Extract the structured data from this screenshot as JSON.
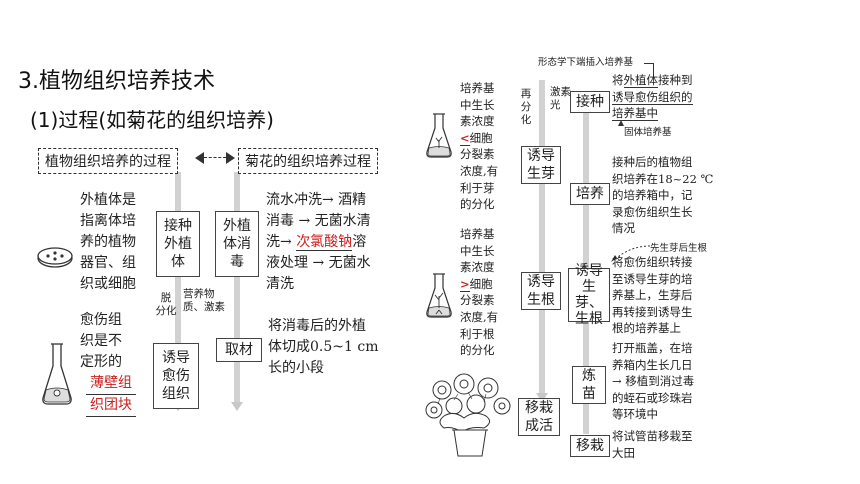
{
  "heading": {
    "section_title": "3.植物组织培养技术",
    "subsection_title": "(1)过程(如菊花的组织培养)"
  },
  "left": {
    "header_plant_process": "植物组织培养的过程",
    "header_chrysanthemum_process": "菊花的组织培养过程",
    "explant_desc_lines": [
      "外植体是",
      "指离体培",
      "养的植物",
      "器官、组",
      "织或细胞"
    ],
    "box_inoculate_explant": "接种\n外植\n体",
    "box_explant_disinfect": "外植\n体消\n毒",
    "disinfect_desc": {
      "line1": "流水冲洗→ 酒精",
      "line2": "消毒 → 无菌水清",
      "line3_prefix": "洗→ ",
      "answer_blank": "次氯酸钠",
      "line3_suffix": "溶",
      "line4": "液处理 → 无菌水",
      "line5": "清洗"
    },
    "label_dedifferentiation": "脱\n分化",
    "label_nutrients": "营养物\n质、激素",
    "box_material": "取材",
    "material_desc_lines": [
      "将消毒后的外植",
      "体切成0.5~1 cm",
      "长的小段"
    ],
    "callus_desc_lines": [
      "愈伤组",
      "织是不",
      "定形的"
    ],
    "callus_answer_line1": "薄壁组",
    "callus_answer_line2": "织团块",
    "box_induce_callus": "诱导\n愈伤\n组织"
  },
  "right": {
    "note_morphology": "形态学下端插入培养基",
    "label_redifferentiate": "再\n分\n化",
    "label_hormone_light": "激素、\n光",
    "box_inoculate": "接种",
    "inoculate_desc_line1_prefix": "将",
    "inoculate_desc_line1_ul": "外植体",
    "inoculate_desc_line1_suffix": "接种到",
    "inoculate_desc_line2_ul": "诱导愈伤组织的",
    "inoculate_desc_line3_ul": "培养基中",
    "note_solid_medium": "固体培养基",
    "shoot_medium_desc": {
      "line1": "培养基",
      "line2": "中生长",
      "line3": "素浓度",
      "symbol_less": "<",
      "line4_suffix": "细胞",
      "line5": "分裂素",
      "line6": "浓度,有",
      "line7": "利于芽",
      "line8": "的分化"
    },
    "box_induce_shoot": "诱导\n生芽",
    "box_culture": "培养",
    "culture_desc_lines": [
      "接种后的植物组",
      "织培养在18~22 ℃",
      "的培养箱中，记",
      "录愈伤组织生长",
      "情况"
    ],
    "note_shoot_first": "先生芽后生根",
    "root_medium_desc": {
      "line1": "培养基",
      "line2": "中生长",
      "line3": "素浓度",
      "symbol_greater": ">",
      "line4_suffix": "细胞",
      "line5": "分裂素",
      "line6": "浓度,有",
      "line7": "利于根",
      "line8": "的分化"
    },
    "box_induce_root": "诱导\n生根",
    "box_induce_shoot_root": "诱导\n生芽、\n生根",
    "shoot_root_desc_lines": [
      "将愈伤组织转接",
      "至诱导生芽的培",
      "养基上，生芽后",
      "再转接到诱导生",
      "根的培养基上"
    ],
    "box_harden": "炼\n苗",
    "harden_desc_lines": [
      "打开瓶盖，在培",
      "养箱内生长几日",
      "→ 移植到消过毒",
      "的蛭石或珍珠岩",
      "等环境中"
    ],
    "box_transplant": "移栽\n成活",
    "box_transplant_small": "移栽",
    "transplant_desc_lines": [
      "将试管苗移栽至",
      "大田"
    ]
  }
}
